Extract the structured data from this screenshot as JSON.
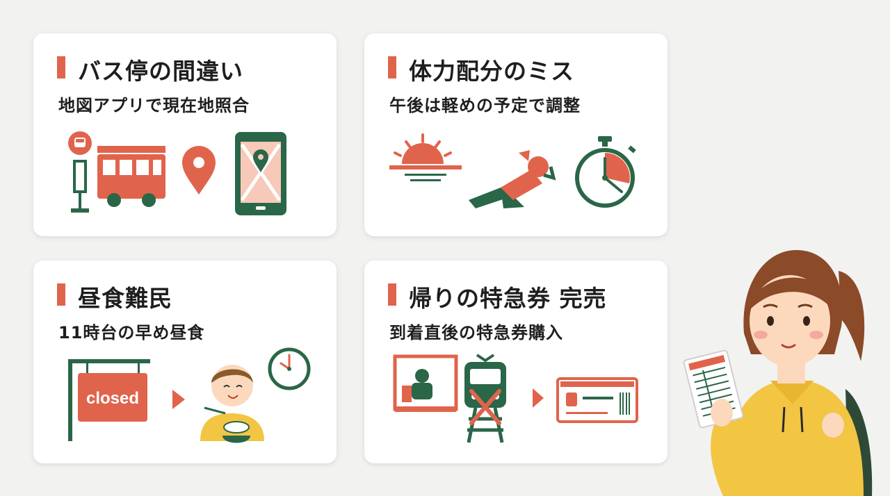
{
  "colors": {
    "accent": "#e0644c",
    "green": "#2a6648",
    "text": "#1e1e1e",
    "card": "#ffffff"
  },
  "cards": [
    {
      "title": "バス停の間違い",
      "subtitle": "地図アプリで現在地照合",
      "icons": [
        "bus-stop-sign-icon",
        "bus-icon",
        "map-pin-icon",
        "smartphone-map-icon"
      ]
    },
    {
      "title": "体力配分のミス",
      "subtitle": "午後は軽めの予定で調整",
      "icons": [
        "sunset-icon",
        "resting-person-icon",
        "stopwatch-icon"
      ]
    },
    {
      "title": "昼食難民",
      "subtitle": "11時台の早め昼食",
      "icons": [
        "closed-sign-icon",
        "arrow-right-icon",
        "child-eating-icon",
        "clock-icon"
      ],
      "sign_text": "closed"
    },
    {
      "title": "帰りの特急券 完売",
      "subtitle": "到着直後の特急券購入",
      "icons": [
        "ticket-machine-icon",
        "cancelled-train-icon",
        "arrow-right-icon",
        "express-ticket-icon"
      ]
    }
  ],
  "character": {
    "name": "woman-holding-timetable",
    "icons": [
      "timetable-icon"
    ]
  }
}
